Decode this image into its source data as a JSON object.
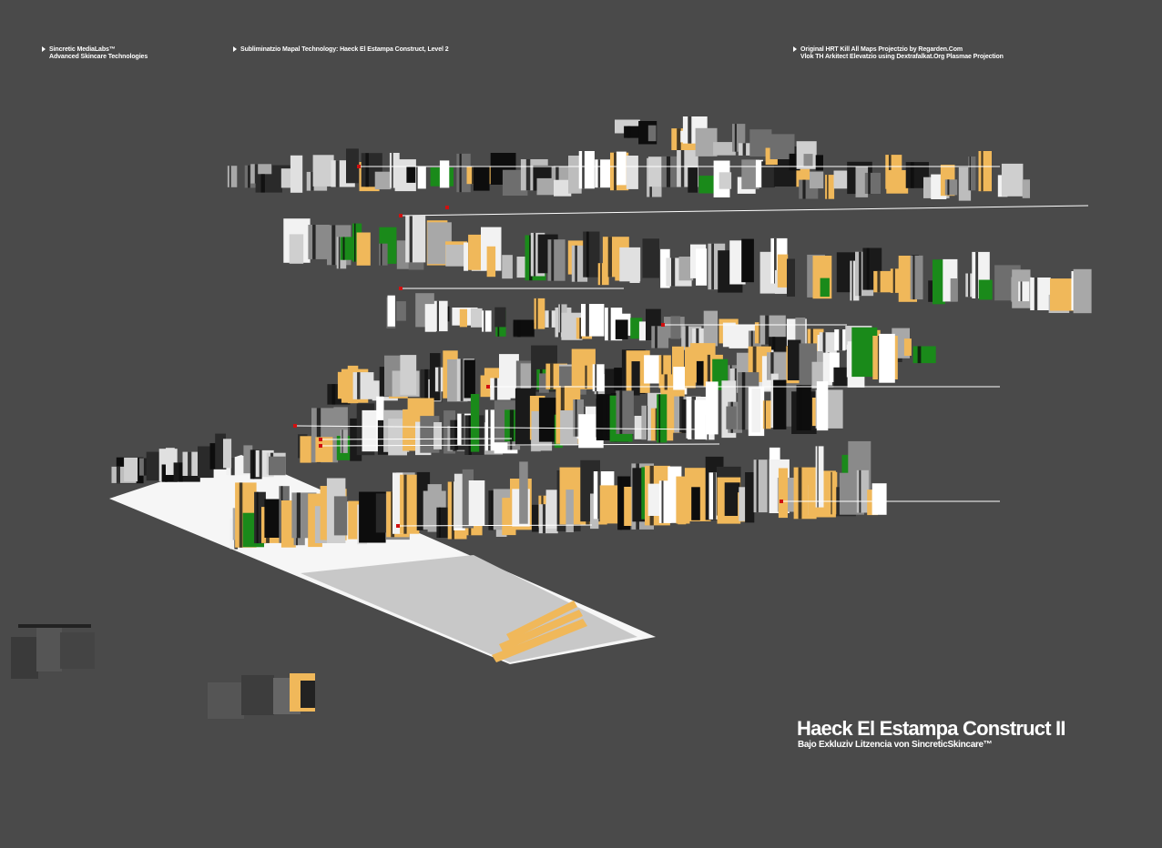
{
  "header": {
    "left_line1": "Sincretic MediaLabs™",
    "left_line2": "Advanced Skincare Technologies",
    "center_line1": "Subliminatzio Mapal Technology: Haeck El Estampa Construct, Level 2",
    "right_line1": "Original HRT Kill All Maps Projectzio by Regarden.Com",
    "right_line2": "Vlok TH Arkitect Elevatzio using Dextrafalkat.Org Plasmae Projection"
  },
  "footer": {
    "title": "Haeck El Estampa Construct II",
    "subtitle": "Bajo Exkluziv Litzencia von SincreticSkincare™"
  },
  "colors": {
    "background": "#4a4a4a",
    "block_light": "#e8e8e8",
    "block_dark": "#1a1a1a",
    "accent_gold": "#f0b85a",
    "accent_green": "#1a8a1a",
    "marker_red": "#d01010",
    "floor": "#ffffff"
  }
}
